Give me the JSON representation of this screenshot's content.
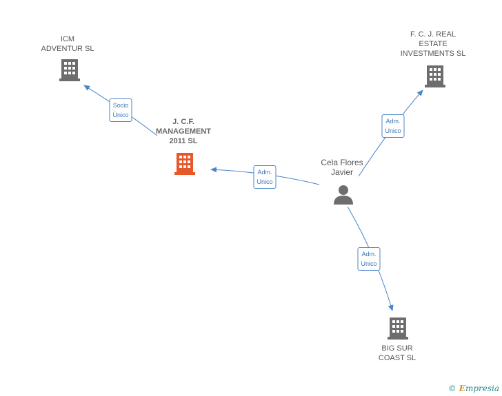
{
  "nodes": {
    "icm": {
      "lines": [
        "ICM",
        "ADVENTUR SL"
      ]
    },
    "jcf": {
      "lines": [
        "J. C.F.",
        "MANAGEMENT",
        "2011 SL"
      ]
    },
    "fcj": {
      "lines": [
        "F. C. J. REAL",
        "ESTATE",
        "INVESTMENTS SL"
      ]
    },
    "person": {
      "lines": [
        "Cela Flores",
        "Javier"
      ]
    },
    "bigsur": {
      "lines": [
        "BIG SUR",
        "COAST SL"
      ]
    }
  },
  "edges": {
    "jcf_icm": {
      "lines": [
        "Socio",
        "Único"
      ]
    },
    "person_jcf": {
      "lines": [
        "Adm.",
        "Unico"
      ]
    },
    "person_fcj": {
      "lines": [
        "Adm.",
        "Unico"
      ]
    },
    "person_bigsur": {
      "lines": [
        "Adm.",
        "Unico"
      ]
    }
  },
  "footer": {
    "copyright": "©",
    "brand_initial": "E",
    "brand_rest": "mpresia"
  },
  "colors": {
    "edge": "#4a86c9",
    "building": "#6d6d6d",
    "building_main": "#e8572a",
    "person": "#6d6d6d"
  },
  "icons": [
    "building-icon",
    "person-icon",
    "arrow-head"
  ]
}
